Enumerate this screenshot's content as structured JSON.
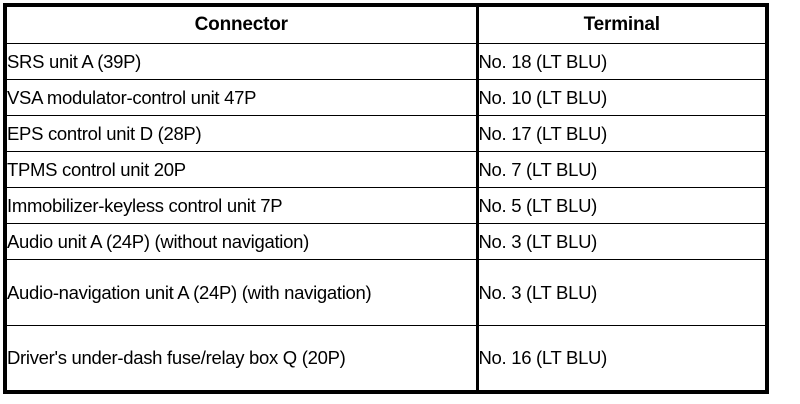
{
  "table": {
    "headers": {
      "connector": "Connector",
      "terminal": "Terminal"
    },
    "rows": [
      {
        "connector": "SRS unit A (39P)",
        "terminal": "No. 18 (LT BLU)",
        "tall": false
      },
      {
        "connector": "VSA modulator-control unit 47P",
        "terminal": "No. 10 (LT BLU)",
        "tall": false
      },
      {
        "connector": "EPS control unit D (28P)",
        "terminal": "No. 17 (LT BLU)",
        "tall": false
      },
      {
        "connector": "TPMS control unit 20P",
        "terminal": "No. 7 (LT BLU)",
        "tall": false
      },
      {
        "connector": "Immobilizer-keyless control unit 7P",
        "terminal": "No. 5 (LT BLU)",
        "tall": false
      },
      {
        "connector": "Audio unit A (24P) (without navigation)",
        "terminal": "No. 3 (LT BLU)",
        "tall": false
      },
      {
        "connector": "Audio-navigation unit A (24P) (with navigation)",
        "terminal": "No. 3 (LT BLU)",
        "tall": true
      },
      {
        "connector": "Driver's under-dash fuse/relay box Q (20P)",
        "terminal": "No. 16 (LT BLU)",
        "tall": true
      }
    ]
  },
  "colors": {
    "border": "#000000",
    "background": "#ffffff",
    "text": "#000000"
  }
}
